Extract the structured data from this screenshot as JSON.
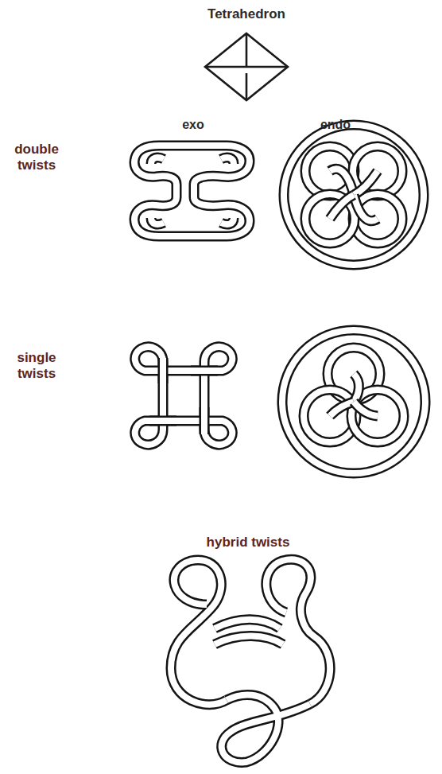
{
  "diagram": {
    "title": "Tetrahedron",
    "labels": [
      "exo",
      "endo",
      "double twists",
      "single twists",
      "hybrid twists"
    ]
  }
}
